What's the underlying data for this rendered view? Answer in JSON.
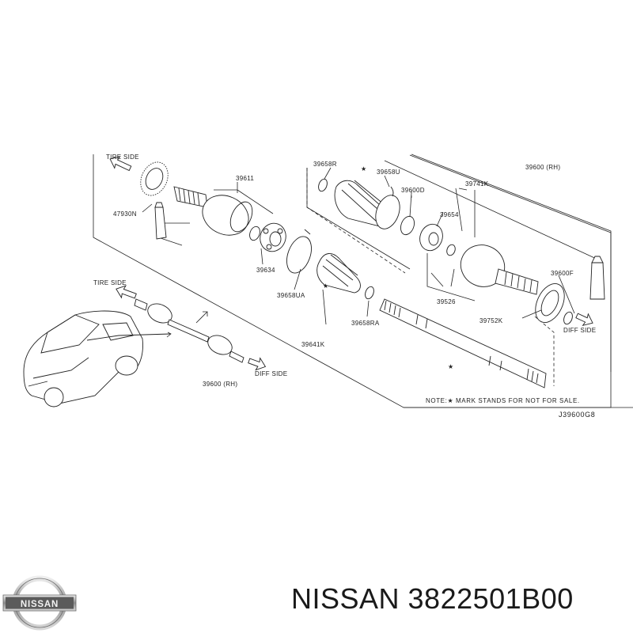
{
  "diagram": {
    "labels": {
      "tire_side_top": "TIRE SIDE",
      "p47930n": "47930N",
      "p39611": "39611",
      "p39634": "39634",
      "p39658r": "39658R",
      "p39658u": "39658U",
      "p39600d": "39600D",
      "p39741k": "39741K",
      "p39600rh_top": "39600 (RH)",
      "p39654": "39654",
      "p39658ua": "39658UA",
      "p39658ra": "39658RA",
      "p39641k": "39641K",
      "p39526": "39526",
      "p39752k": "39752K",
      "p39600f": "39600F",
      "diff_side_right": "DIFF SIDE",
      "tire_side_bottom": "TIRE SIDE",
      "diff_side_bottom": "DIFF SIDE",
      "p39600rh_bottom": "39600 (RH)",
      "note": "NOTE:★ MARK STANDS FOR NOT FOR SALE.",
      "diagram_code": "J39600G8",
      "star": "★"
    }
  },
  "logo": {
    "text": "NISSAN"
  },
  "product": {
    "title": "NISSAN 3822501B00"
  }
}
